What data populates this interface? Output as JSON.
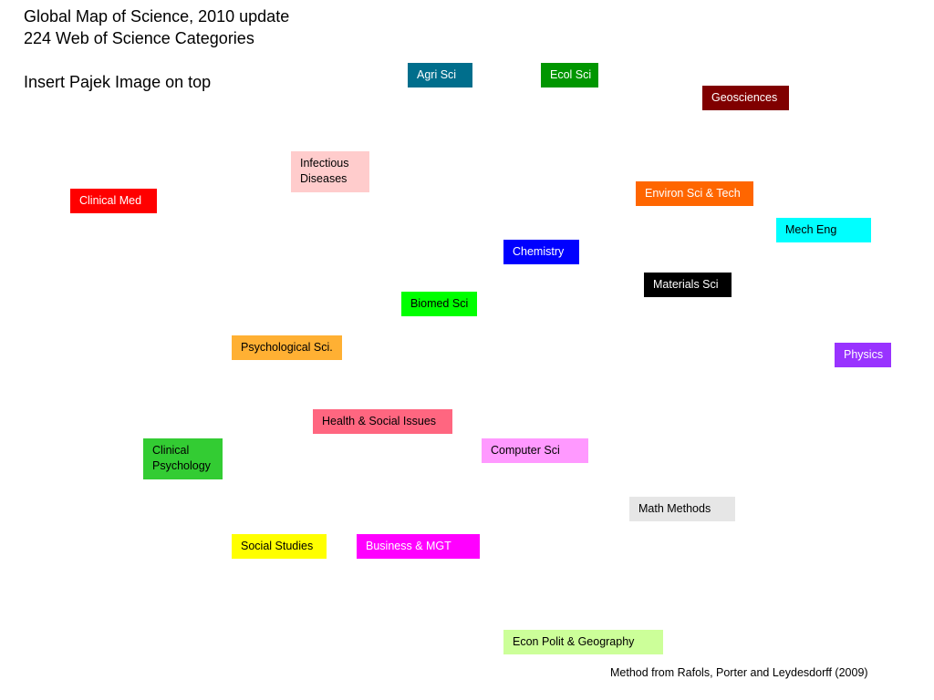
{
  "header": {
    "title_line1": "Global Map of Science, 2010 update",
    "title_line2": "224 Web of Science Categories",
    "subtitle": "Insert Pajek Image on top"
  },
  "footer": {
    "credit": "Method from Rafols, Porter and Leydesdorff (2009)"
  },
  "categories": {
    "agri_sci": {
      "label": "Agri Sci",
      "bg": "#006e8c",
      "fg": "#ffffff"
    },
    "ecol_sci": {
      "label": "Ecol Sci",
      "bg": "#009600",
      "fg": "#ffffff"
    },
    "geosciences": {
      "label": "Geosciences",
      "bg": "#800000",
      "fg": "#ffffff"
    },
    "infectious_diseases": {
      "label": "Infectious Diseases",
      "bg": "#ffcccc",
      "fg": "#000000"
    },
    "clinical_med": {
      "label": "Clinical Med",
      "bg": "#ff0000",
      "fg": "#ffffff"
    },
    "environ_sci_tech": {
      "label": "Environ Sci & Tech",
      "bg": "#ff6600",
      "fg": "#ffffff"
    },
    "mech_eng": {
      "label": "Mech Eng",
      "bg": "#00ffff",
      "fg": "#000000"
    },
    "chemistry": {
      "label": "Chemistry",
      "bg": "#0000ff",
      "fg": "#ffffff"
    },
    "materials_sci": {
      "label": "Materials Sci",
      "bg": "#000000",
      "fg": "#ffffff"
    },
    "biomed_sci": {
      "label": "Biomed Sci",
      "bg": "#00ff00",
      "fg": "#000000"
    },
    "psychological_sci": {
      "label": "Psychological Sci.",
      "bg": "#ffb033",
      "fg": "#000000"
    },
    "physics": {
      "label": "Physics",
      "bg": "#9933ff",
      "fg": "#ffffff"
    },
    "health_social_issues": {
      "label": "Health & Social Issues",
      "bg": "#ff6680",
      "fg": "#000000"
    },
    "clinical_psychology": {
      "label": "Clinical Psychology",
      "bg": "#33cc33",
      "fg": "#000000"
    },
    "computer_sci": {
      "label": "Computer Sci",
      "bg": "#ff99ff",
      "fg": "#000000"
    },
    "math_methods": {
      "label": "Math Methods",
      "bg": "#e6e6e6",
      "fg": "#000000"
    },
    "social_studies": {
      "label": "Social Studies",
      "bg": "#ffff00",
      "fg": "#000000"
    },
    "business_mgt": {
      "label": "Business & MGT",
      "bg": "#ff00ff",
      "fg": "#ffffff"
    },
    "econ_polit_geography": {
      "label": "Econ Polit & Geography",
      "bg": "#ccff99",
      "fg": "#000000"
    }
  }
}
